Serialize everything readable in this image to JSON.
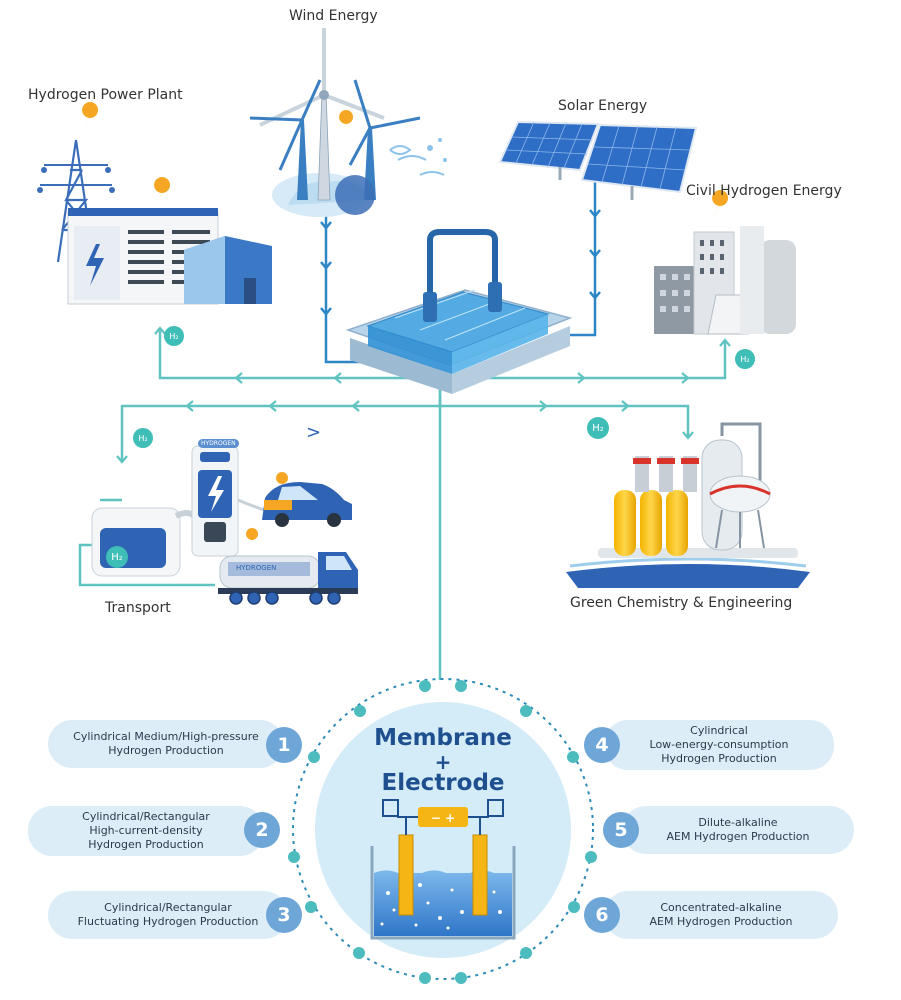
{
  "labels": {
    "wind": "Wind Energy",
    "hydrogen_plant": "Hydrogen Power Plant",
    "solar": "Solar Energy",
    "civil": "Civil Hydrogen Energy",
    "transport": "Transport",
    "chemistry": "Green Chemistry & Engineering",
    "hydrogen_sign": "HYDROGEN",
    "hydrogen_truck": "HYDROGEN",
    "h2": "H₂",
    "arrow_glyph": ">"
  },
  "core": {
    "line1": "Membrane",
    "line2": "+",
    "line3": "Electrode",
    "battery": "− +"
  },
  "methods": [
    {
      "num": "1",
      "lines": [
        "Cylindrical Medium/High-pressure",
        "Hydrogen Production"
      ]
    },
    {
      "num": "2",
      "lines": [
        "Cylindrical/Rectangular",
        "High-current-density",
        "Hydrogen Production"
      ]
    },
    {
      "num": "3",
      "lines": [
        "Cylindrical/Rectangular",
        "Fluctuating Hydrogen Production"
      ]
    },
    {
      "num": "4",
      "lines": [
        "Cylindrical",
        "Low-energy-consumption",
        "Hydrogen Production"
      ]
    },
    {
      "num": "5",
      "lines": [
        "Dilute-alkaline",
        "AEM Hydrogen Production"
      ]
    },
    {
      "num": "6",
      "lines": [
        "Concentrated-alkaline",
        "AEM Hydrogen Production"
      ]
    }
  ],
  "colors": {
    "flow": "#5fc3c1",
    "source_flow": "#2d86c6",
    "accent_blue": "#2a62b8",
    "bolt": "#f5a623",
    "pill_bg": "#dcedf8",
    "num_bg": "#6ea6d8"
  }
}
